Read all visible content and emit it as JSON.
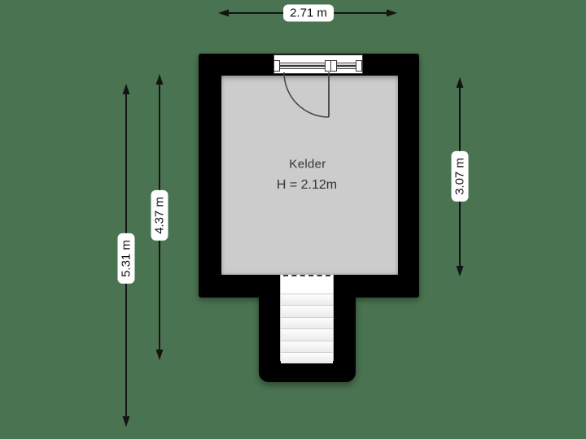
{
  "floorplan": {
    "room": {
      "name": "Kelder",
      "ceiling_height": "H = 2.12m"
    },
    "dimensions": {
      "top_width": "2.71 m",
      "outer_height_left": "5.31 m",
      "inner_height_left": "4.37 m",
      "room_height_right": "3.07 m"
    },
    "features": {
      "door": "door-with-swing-arc",
      "window": "window-band",
      "stairs": "staircase-7-steps"
    },
    "colors": {
      "background": "#4A7351",
      "wall": "#000000",
      "floor": "#CCCCCC",
      "stairs": "#FCFCFC",
      "dimension_line": "#141414",
      "label_background": "#FFFFFF",
      "label_text": "#111111",
      "room_text": "#333333"
    }
  }
}
